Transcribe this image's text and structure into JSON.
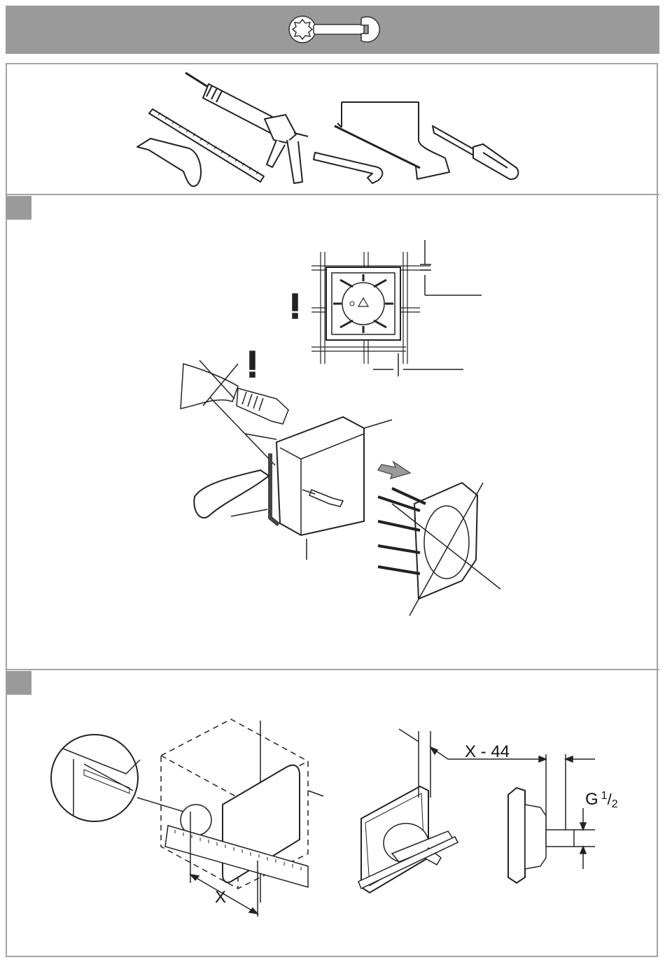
{
  "header": {
    "icon": "wrench-icon",
    "background": "#9a9a9a"
  },
  "steps": [
    {
      "marker": "gray-box"
    },
    {
      "marker": "gray-box"
    }
  ],
  "step2": {
    "dimension_x": "X",
    "dimension_x44": "X - 44",
    "thread_label_main": "G",
    "thread_label_sup": "1",
    "thread_label_slash": "/",
    "thread_label_sub": "2"
  },
  "colors": {
    "frame": "#a3a3a3",
    "accent": "#9a9a9a",
    "line": "#222222"
  }
}
